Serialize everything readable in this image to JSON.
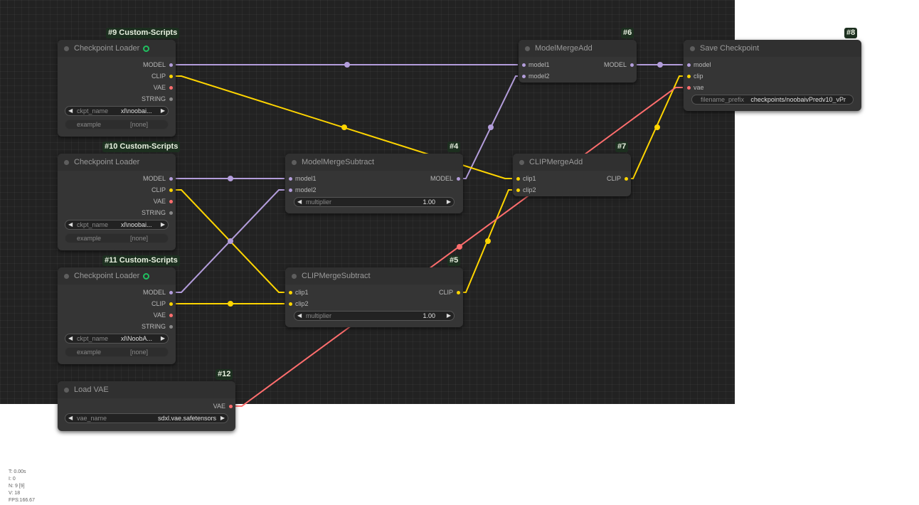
{
  "nodes": {
    "ckpt9": {
      "badge": "#9 Custom-Scripts",
      "title": "Checkpoint Loader",
      "outputs": [
        "MODEL",
        "CLIP",
        "VAE",
        "STRING"
      ],
      "widget_label": "ckpt_name",
      "widget_value": "xl\\noobai...",
      "example_label": "example",
      "example_value": "[none]"
    },
    "ckpt10": {
      "badge": "#10 Custom-Scripts",
      "title": "Checkpoint Loader",
      "outputs": [
        "MODEL",
        "CLIP",
        "VAE",
        "STRING"
      ],
      "widget_label": "ckpt_name",
      "widget_value": "xl\\noobai...",
      "example_label": "example",
      "example_value": "[none]"
    },
    "ckpt11": {
      "badge": "#11 Custom-Scripts",
      "title": "Checkpoint Loader",
      "outputs": [
        "MODEL",
        "CLIP",
        "VAE",
        "STRING"
      ],
      "widget_label": "ckpt_name",
      "widget_value": "xl\\NoobA...",
      "example_label": "example",
      "example_value": "[none]"
    },
    "vae12": {
      "badge": "#12",
      "title": "Load VAE",
      "output": "VAE",
      "widget_label": "vae_name",
      "widget_value": "sdxl.vae.safetensors"
    },
    "sub4": {
      "badge": "#4",
      "title": "ModelMergeSubtract",
      "inputs": [
        "model1",
        "model2"
      ],
      "output": "MODEL",
      "widget_label": "multiplier",
      "widget_value": "1.00"
    },
    "clipsub5": {
      "badge": "#5",
      "title": "CLIPMergeSubtract",
      "inputs": [
        "clip1",
        "clip2"
      ],
      "output": "CLIP",
      "widget_label": "multiplier",
      "widget_value": "1.00"
    },
    "add6": {
      "badge": "#6",
      "title": "ModelMergeAdd",
      "inputs": [
        "model1",
        "model2"
      ],
      "output": "MODEL"
    },
    "clipadd7": {
      "badge": "#7",
      "title": "CLIPMergeAdd",
      "inputs": [
        "clip1",
        "clip2"
      ],
      "output": "CLIP"
    },
    "save8": {
      "badge": "#8",
      "title": "Save Checkpoint",
      "inputs": [
        "model",
        "clip",
        "vae"
      ],
      "widget_label": "filename_prefix",
      "widget_value": "checkpoints/noobaivPredv10_vPr"
    }
  },
  "colors": {
    "model": "#b39ddb",
    "clip": "#ffd500",
    "vae": "#ff6e6e",
    "string": "#888888",
    "canvas": "#222222",
    "node": "#353535"
  },
  "stats": {
    "t": "T: 0.00s",
    "i": "I: 0",
    "n": "N: 9 [9]",
    "v": "V: 18",
    "fps": "FPS:166.67"
  }
}
